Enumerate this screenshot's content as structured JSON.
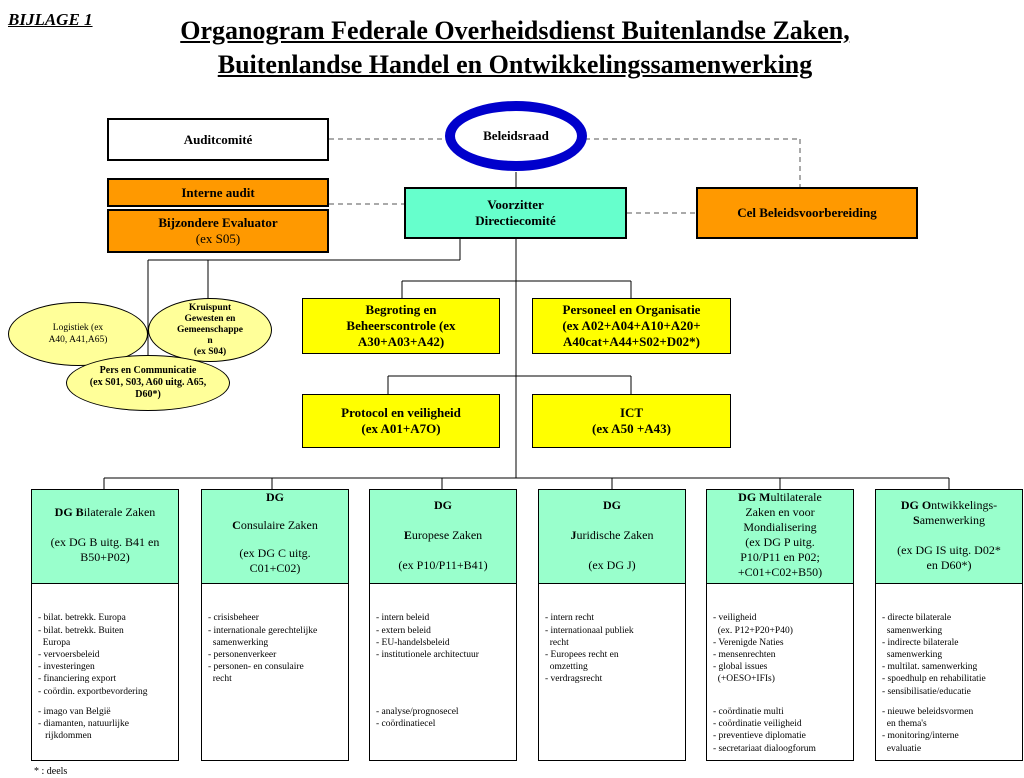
{
  "header": {
    "bijlage": "BIJLAGE 1",
    "title_line1": "Organogram Federale Overheidsdienst Buitenlandse Zaken,",
    "title_line2": "Buitenlandse Handel en Ontwikkelingssamenwerking"
  },
  "top": {
    "beleidsraad": "Beleidsraad",
    "auditcomite": "Auditcomité",
    "interne_audit": "Interne audit",
    "evaluator_line1": "Bijzondere Evaluator",
    "evaluator_line2": "(ex S05)",
    "voorzitter_line1": "Voorzitter",
    "voorzitter_line2": "Directiecomité",
    "cel": "Cel Beleidsvoorbereiding"
  },
  "ellipses": {
    "logistiek_line1": "Logistiek (ex",
    "logistiek_line2": "A40, A41,A65)",
    "kruispunt_line1": "Kruispunt",
    "kruispunt_line2": "Gewesten en",
    "kruispunt_line3": "Gemeenschappe",
    "kruispunt_line4": "n",
    "kruispunt_line5": "(ex S04)",
    "pers_line1": "Pers en Communicatie",
    "pers_line2": "(ex S01, S03, A60 uitg. A65,",
    "pers_line3": "D60*)"
  },
  "services": {
    "begroting_line1": "Begroting en",
    "begroting_line2": "Beheerscontrole (ex",
    "begroting_line3": "A30+A03+A42)",
    "personeel_line1": "Personeel en Organisatie",
    "personeel_line2": "(ex A02+A04+A10+A20+",
    "personeel_line3": "A40cat+A44+S02+D02*)",
    "protocol_line1": "Protocol en veiligheid",
    "protocol_line2": "(ex A01+A7O)",
    "ict_line1": "ICT",
    "ict_line2": "(ex A50 +A43)"
  },
  "dgs": [
    {
      "lines": [
        "DG Bilaterale Zaken",
        "",
        "(ex DG B uitg. B41 en",
        "B50+P02)"
      ],
      "notes1": "- bilat. betrekk. Europa\n- bilat. betrekk. Buiten\n  Europa\n- vervoersbeleid\n- investeringen\n- financiering export\n- coördin. exportbevordering",
      "notes2": "- imago van België\n- diamanten, natuurlijke\n   rijkdommen"
    },
    {
      "lines": [
        "DG",
        "",
        "Consulaire Zaken",
        "",
        "(ex DG C uitg.",
        "C01+C02)"
      ],
      "notes1": "- crisisbeheer\n- internationale gerechtelijke\n  samenwerking\n- personenverkeer\n- personen- en consulaire\n  recht",
      "notes2": ""
    },
    {
      "lines": [
        "DG",
        "",
        "Europese Zaken",
        "",
        "(ex P10/P11+B41)"
      ],
      "notes1": "- intern beleid\n- extern beleid\n- EU-handelsbeleid\n- institutionele architectuur",
      "notes2": "- analyse/prognosecel\n- coördinatiecel"
    },
    {
      "lines": [
        "DG",
        "",
        "Juridische Zaken",
        "",
        "(ex DG J)"
      ],
      "notes1": "- intern recht\n- internationaal publiek\n  recht\n- Europees recht en\n  omzetting\n- verdragsrecht",
      "notes2": ""
    },
    {
      "lines": [
        "DG Multilaterale",
        "Zaken en voor",
        "Mondialisering",
        "(ex DG P uitg.",
        "P10/P11 en P02;",
        "+C01+C02+B50)"
      ],
      "notes1": "- veiligheid\n  (ex. P12+P20+P40)\n- Verenigde Naties\n- mensenrechten\n- global issues\n  (+OESO+IFIs)",
      "notes2": "- coördinatie multi\n- coördinatie veiligheid\n- preventieve diplomatie\n- secretariaat dialoogforum"
    },
    {
      "lines": [
        "DG Ontwikkelings-",
        "Samenwerking",
        "",
        "(ex DG IS uitg. D02*",
        "en D60*)"
      ],
      "notes1": "- directe bilaterale\n  samenwerking\n- indirecte bilaterale\n  samenwerking\n- multilat. samenwerking\n- spoedhulp en rehabilitatie\n- sensibilisatie/educatie",
      "notes2": "- nieuwe beleidsvormen\n  en thema's\n- monitoring/interne\n  evaluatie"
    }
  ],
  "footnote": "* : deels",
  "colors": {
    "orange": "#ff9900",
    "green": "#66ffcc",
    "dg_green": "#99ffcc",
    "yellow": "#ffff00",
    "blue_ring": "#0000cc"
  }
}
